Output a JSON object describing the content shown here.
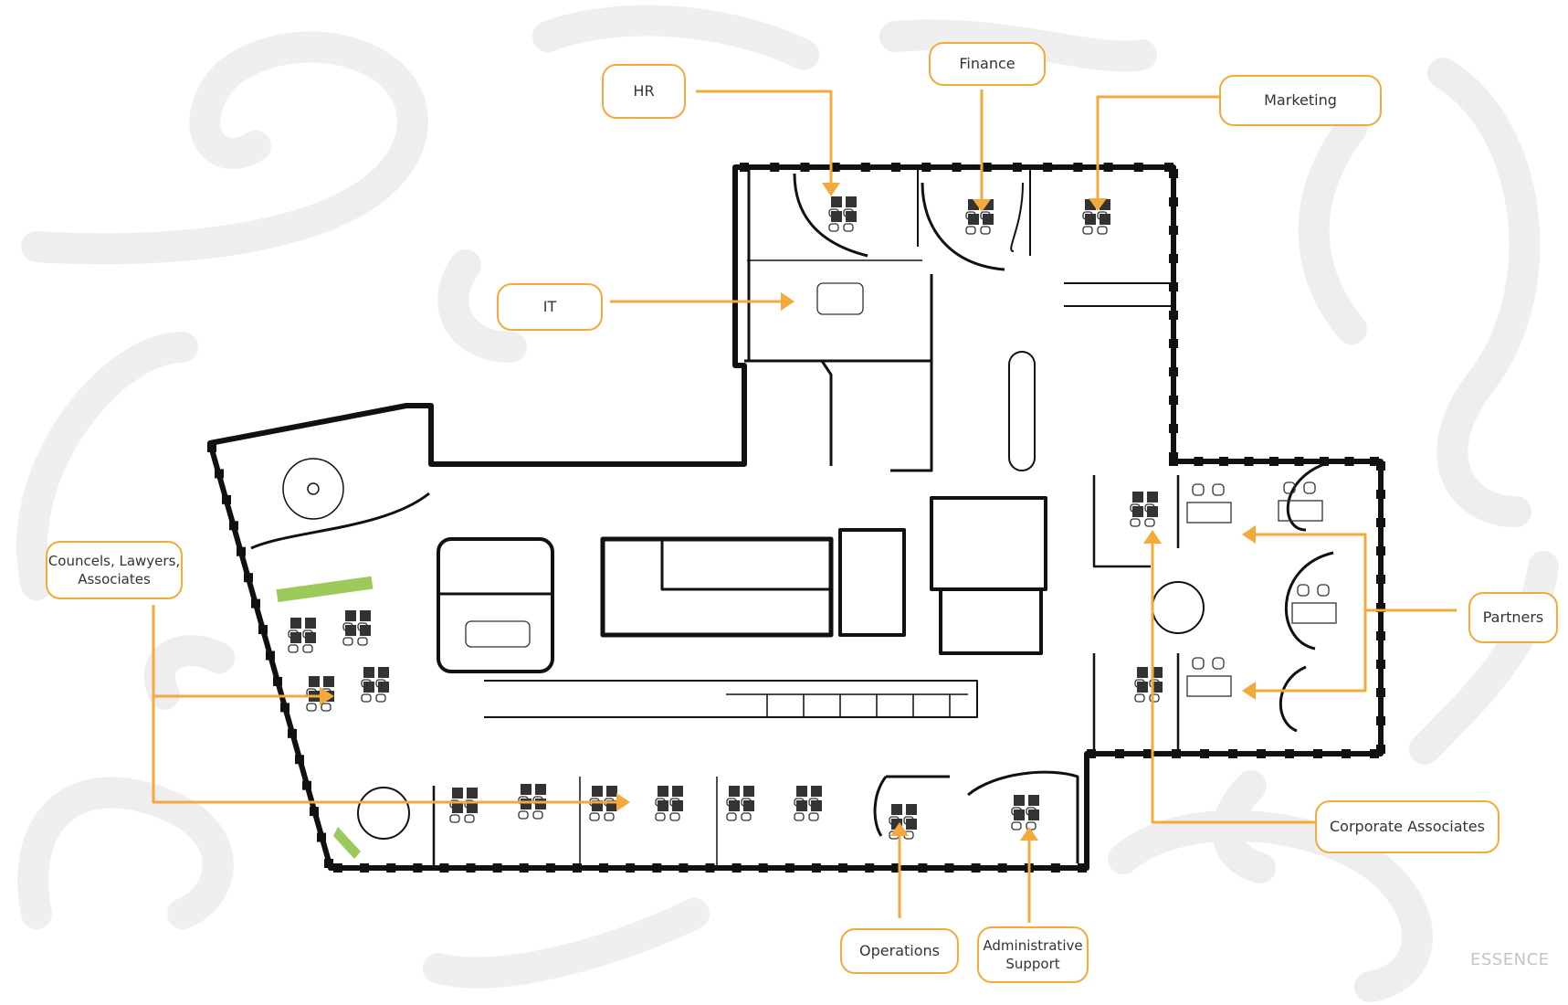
{
  "labels": {
    "hr": "HR",
    "finance": "Finance",
    "marketing": "Marketing",
    "it": "IT",
    "councels": "Councels, Lawyers,\nAssociates",
    "partners": "Partners",
    "corporate": "Corporate Associates",
    "operations": "Operations",
    "admin": "Administrative\nSupport"
  },
  "logo_text": "ESSENCE",
  "colors": {
    "accent": "#f4a93c",
    "wall": "#111111",
    "background_swirl": "#e6e6e6",
    "planter": "#9bc95a"
  }
}
